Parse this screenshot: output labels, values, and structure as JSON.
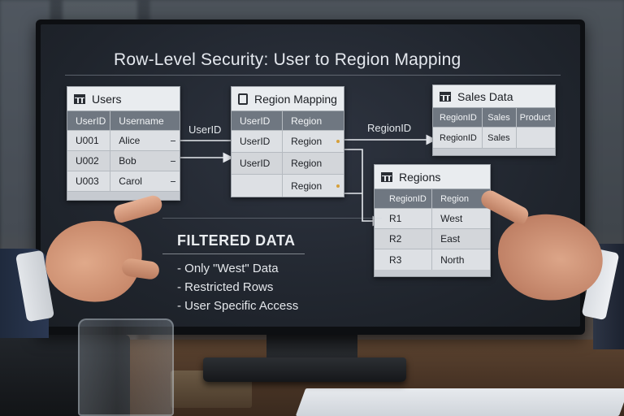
{
  "title": "Row-Level Security: User to Region Mapping",
  "users": {
    "header": "Users",
    "columns": [
      "UserID",
      "Username"
    ],
    "rows": [
      {
        "id": "U001",
        "name": "Alice"
      },
      {
        "id": "U002",
        "name": "Bob"
      },
      {
        "id": "U003",
        "name": "Carol"
      }
    ]
  },
  "region_mapping": {
    "header": "Region Mapping",
    "columns": [
      "UserID",
      "Region"
    ],
    "rows": [
      {
        "a": "UserID",
        "b": "Region"
      },
      {
        "a": "UserID",
        "b": "Region"
      },
      {
        "a": "",
        "b": "Region"
      }
    ]
  },
  "sales_data": {
    "header": "Sales Data",
    "columns": [
      "RegionID",
      "Sales",
      "Product"
    ],
    "rows": [
      {
        "a": "RegionID",
        "b": "Sales",
        "c": ""
      }
    ]
  },
  "regions": {
    "header": "Regions",
    "columns": [
      "RegionID",
      "Region"
    ],
    "rows": [
      {
        "id": "R1",
        "name": "West"
      },
      {
        "id": "R2",
        "name": "East"
      },
      {
        "id": "R3",
        "name": "North"
      }
    ]
  },
  "arrows": {
    "userid": "UserID",
    "regionid": "RegionID"
  },
  "filtered": {
    "title": "FILTERED DATA",
    "items": [
      "Only \"West\" Data",
      "Restricted Rows",
      "User Specific Access"
    ]
  },
  "colors": {
    "screen_bg": "#1f242c",
    "card_header": "#6f7781",
    "accent_dot": "#d6a03a"
  }
}
